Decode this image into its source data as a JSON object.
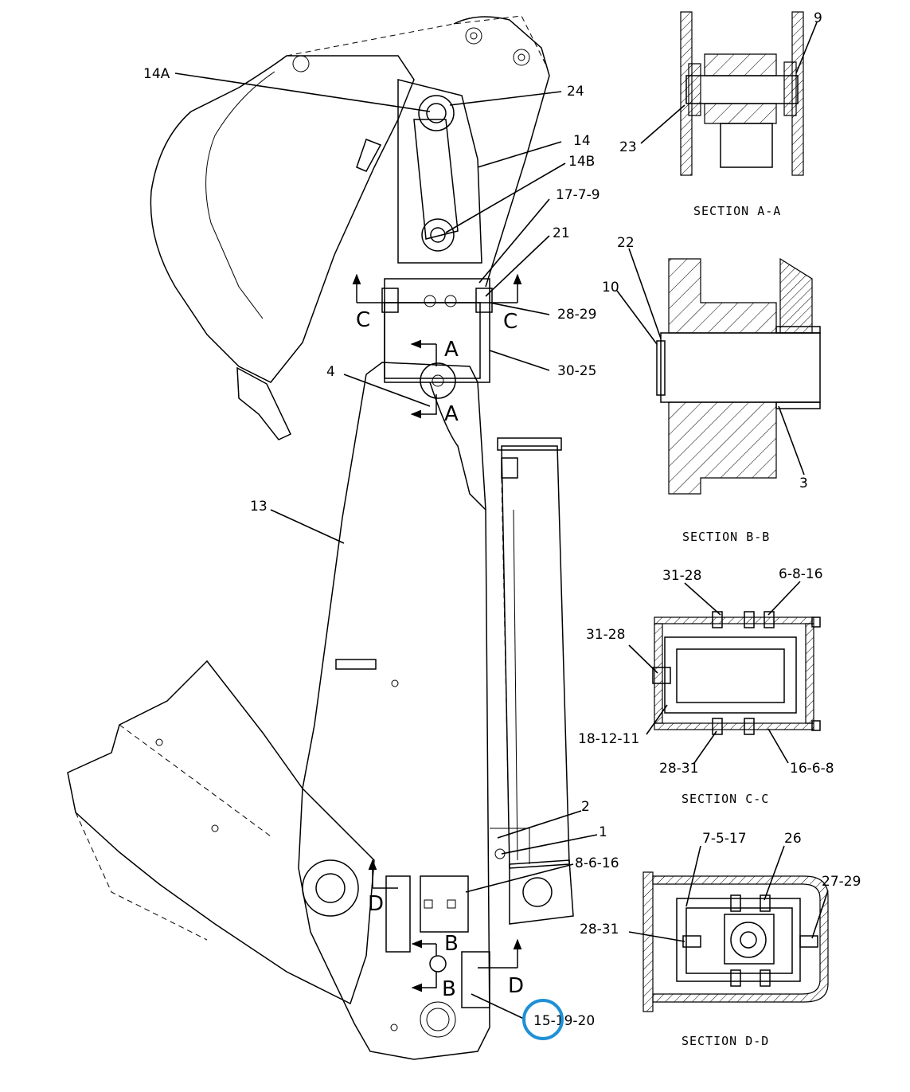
{
  "callouts": {
    "c14A": "14A",
    "c24": "24",
    "c14": "14",
    "c14B": "14B",
    "c17_7_9": "17-7-9",
    "c21": "21",
    "c28_29": "28-29",
    "c30_25": "30-25",
    "c4": "4",
    "c13": "13",
    "c2": "2",
    "c1": "1",
    "c8_6_16": "8-6-16",
    "c15_19_20": "15-19-20",
    "cA_top": "A",
    "cA_bot": "A",
    "cB_top": "B",
    "cB_bot": "B",
    "cC_left": "C",
    "cC_right": "C",
    "cD_left": "D",
    "cD_right": "D"
  },
  "section_aa": {
    "title": "SECTION A-A",
    "c9": "9",
    "c23": "23"
  },
  "section_bb": {
    "title": "SECTION B-B",
    "c22": "22",
    "c10": "10",
    "c3": "3"
  },
  "section_cc": {
    "title": "SECTION C-C",
    "c31_28_top": "31-28",
    "c6_8_16": "6-8-16",
    "c31_28_left": "31-28",
    "c18_12_11": "18-12-11",
    "c28_31": "28-31",
    "c16_6_8": "16-6-8"
  },
  "section_dd": {
    "title": "SECTION D-D",
    "c7_5_17": "7-5-17",
    "c26": "26",
    "c27_29": "27-29",
    "c28_31": "28-31"
  },
  "highlight": {
    "color": "#1e90d6"
  }
}
